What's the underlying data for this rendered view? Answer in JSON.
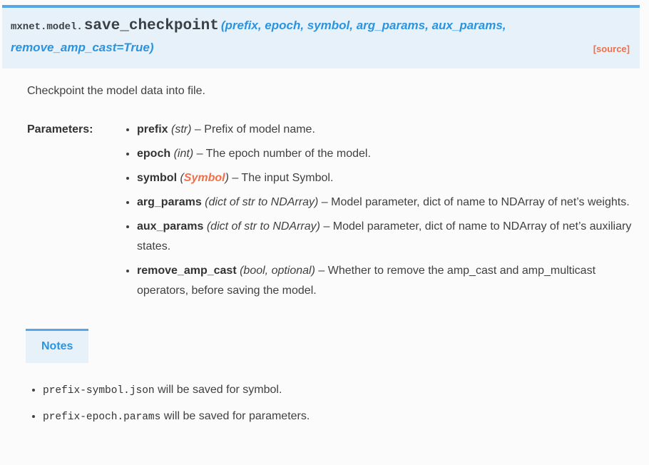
{
  "page": {
    "background": "#fbfbfb",
    "text_color": "#404040"
  },
  "signature": {
    "module": "mxnet.model.",
    "name": "save_checkpoint",
    "args_line1": "(prefix, epoch, symbol, arg_params, aux_params,",
    "args_line2": "remove_amp_cast=True)",
    "source_link": "[source]",
    "colors": {
      "box_bg": "#e7f1fa",
      "border_top": "#58a6e8",
      "args_blue": "#2b94e0",
      "source_orange": "#f0704a"
    }
  },
  "description": "Checkpoint the model data into file.",
  "parameters": {
    "label": "Parameters:",
    "paren_open": "(",
    "paren_close": ")",
    "items": [
      {
        "name": "prefix",
        "type": "str",
        "desc": "– Prefix of model name."
      },
      {
        "name": "epoch",
        "type": "int",
        "desc": "– The epoch number of the model."
      },
      {
        "name": "symbol",
        "type": "Symbol",
        "desc": "– The input Symbol."
      },
      {
        "name": "arg_params",
        "type": "dict of str to NDArray",
        "desc": "– Model parameter, dict of name to NDArray of net’s weights."
      },
      {
        "name": "aux_params",
        "type": "dict of str to NDArray",
        "desc": "– Model parameter, dict of name to NDArray of net’s auxiliary states."
      },
      {
        "name": "remove_amp_cast",
        "type": "bool, optional",
        "desc": "– Whether to remove the amp_cast and amp_multicast operators, before saving the model."
      }
    ]
  },
  "notes": {
    "title": "Notes",
    "items": [
      {
        "code": "prefix-symbol.json",
        "text": "will be saved for symbol."
      },
      {
        "code": "prefix-epoch.params",
        "text": "will be saved for parameters."
      }
    ]
  }
}
